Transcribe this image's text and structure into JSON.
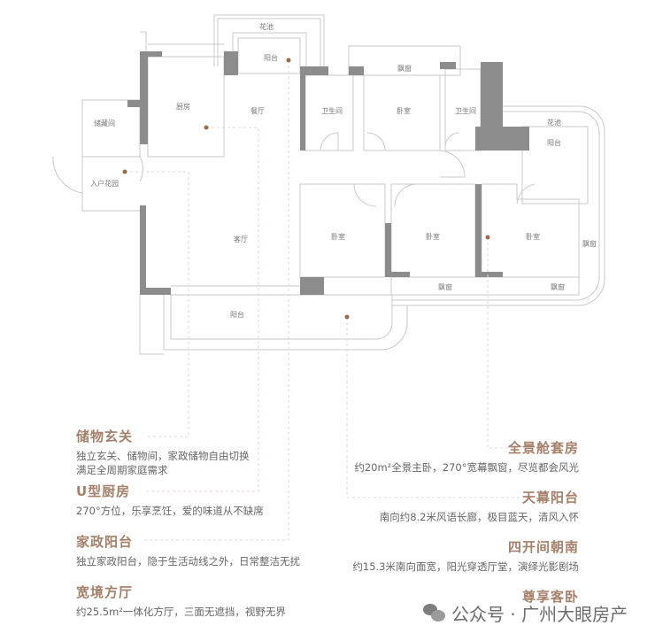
{
  "plan": {
    "rooms": {
      "planter_top": "花池",
      "balcony_top": "阳台",
      "kitchen": "厨房",
      "dining": "餐厅",
      "storage": "储藏间",
      "entry_garden": "入户花园",
      "living": "客厅",
      "bath_1": "卫生间",
      "bedroom_top": "卧室",
      "bay_top": "飘窗",
      "bath_2": "卫生间",
      "planter_right": "花池",
      "balcony_right": "阳台",
      "bedroom_1": "卧室",
      "bedroom_2": "卧室",
      "bedroom_master": "卧室",
      "bay_right": "飘窗",
      "bay_bottom_1": "飘窗",
      "bay_bottom_2": "飘窗",
      "balcony_south": "阳台"
    }
  },
  "features_left": [
    {
      "title": "储物玄关",
      "desc": [
        "独立玄关、储物间，家政储物自由切换",
        "满足全周期家庭需求"
      ]
    },
    {
      "title": "U型厨房",
      "desc": [
        "270°方位，乐享烹饪，爱的味道从不缺席"
      ]
    },
    {
      "title": "家政阳台",
      "desc": [
        "独立家政阳台，隐于生活动线之外，日常整洁无扰"
      ]
    },
    {
      "title": "宽境方厅",
      "desc": [
        "约25.5m²一体化方厅，三面无遮挡，视野无界"
      ]
    }
  ],
  "features_right": [
    {
      "title": "全景舱套房",
      "desc": [
        "约20m²全景主卧，270°宽幕飘窗，尽览都会风光"
      ]
    },
    {
      "title": "天幕阳台",
      "desc": [
        "南向约8.2米风语长廊，极目蓝天，清风入怀"
      ]
    },
    {
      "title": "四开间朝南",
      "desc": [
        "约15.3米南向面宽，阳光穿透厅堂，演绎光影剧场"
      ]
    },
    {
      "title": "尊享客卧"
    }
  ],
  "watermark": "公众号 · 广州大眼房产",
  "colors": {
    "accent": "#a4806a",
    "wall": "#8c8c8c"
  }
}
